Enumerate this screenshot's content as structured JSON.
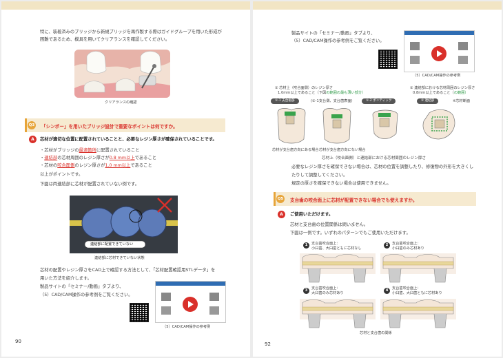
{
  "left": {
    "intro": [
      "特に、装着済みのブリッジから新規ブリッジを再作製する際はガイドグループを用いた形成が",
      "困難であるため、模具を用いてクリアランスを確認してください。"
    ],
    "fig1_caption": "クリアランスの確認",
    "q3": {
      "num": "Q3",
      "text": "「シンポー」を用いたブリッジ設計で重要なポイントは何ですか。"
    },
    "a": {
      "num": "A",
      "title": "芯材が適切な位置に配置されていることと、必要なレジン厚さが確保されていることです。",
      "bullets": [
        {
          "pre": "・芯材がブリッジの",
          "hl": "最適箇所",
          "post": "に配置されていること"
        },
        {
          "pre": "・",
          "hl": "連結部",
          "post": "の芯材周囲のレジン厚さが",
          "hl2": "0.8 mm以上",
          "post2": "であること"
        },
        {
          "pre": "・芯材の",
          "hl": "咬合面側",
          "post": "のレジン厚さが",
          "hl2": "1.0 mm以上",
          "post2": "であること"
        }
      ],
      "after1": "以上がポイントです。",
      "after2": "下図は両連結部に芯材が配置されていない例です。"
    },
    "fig2_label": "連結部に配置できていない",
    "fig2_caption": "連結部に芯材できていない状態",
    "body2": [
      "芯材の配置やレジン厚さをCAD上で確認する方法として、「芯材配置確認用STLデータ」を",
      "用いた方法を紹介します。",
      "製品サイトの「セミナー/動画」タブより、",
      "（5）CAD/CAM操作の参考例をご覧ください。"
    ],
    "thumb_caption": "（5）CAD/CAM操作の参考例",
    "page_number": "90"
  },
  "right": {
    "intro": [
      "製品サイトの「セミナー/動画」タブより、",
      "（5）CAD/CAM操作の参考例をご覧ください。"
    ],
    "thumb_caption": "（5）CAD/CAM操作の参考例",
    "diag_notes": {
      "n1": "① 芯材上（咬合面側）のレジン厚さ",
      "n1b": "1.0mm以上であること（下図",
      "n1c": "の範囲の最も薄い部分）",
      "n2": "② 連結部における芯材周囲のレジン厚さ",
      "n2b": "0.8mm以上であること（",
      "n2c": "の範囲）"
    },
    "pills": [
      "①-1 支台歯部",
      "①-2 ポンティック",
      "② 連結部"
    ],
    "pill_notes": [
      "(①-1支台側、支台歯表面)",
      "※芯材断面"
    ],
    "tooth_labels": [
      "芯材が支台歯方向にある場合",
      "芯材が支台歯方向にない場合"
    ],
    "diag_caption": "芯材上（咬合面側）と連結部における芯材周囲のレジン厚さ",
    "body": [
      "必要なレジン厚さを確保できない場合は、芯材の位置を調整したり、修復物の外形を大きくし",
      "たりして調整してください。",
      "規定の厚さを確保できない場合は使用できません。"
    ],
    "q5": {
      "num": "Q5",
      "text": "支台歯の咬合面上に芯材が配置できない場合でも使えますか。"
    },
    "a5": {
      "num": "A",
      "title": "ご使用いただけます。",
      "lines": [
        "芯材と支台歯の位置関係は問いません。",
        "下図は一例です。いずれのパターンでもご使用いただけます。"
      ]
    },
    "cases": [
      {
        "num": "1",
        "l1": "支台歯咬合面上：",
        "l2": "小臼歯、大臼歯ともに芯材なし"
      },
      {
        "num": "2",
        "l1": "支台歯咬合面上：",
        "l2": "小臼歯のみ芯材あり"
      },
      {
        "num": "3",
        "l1": "支台歯咬合面上：",
        "l2": "大臼歯のみ芯材あり"
      },
      {
        "num": "4",
        "l1": "支台歯咬合面上：",
        "l2": "小臼歯、大臼歯ともに芯材あり"
      }
    ],
    "cases_caption": "芯材と支台歯の関係",
    "page_number": "92"
  }
}
